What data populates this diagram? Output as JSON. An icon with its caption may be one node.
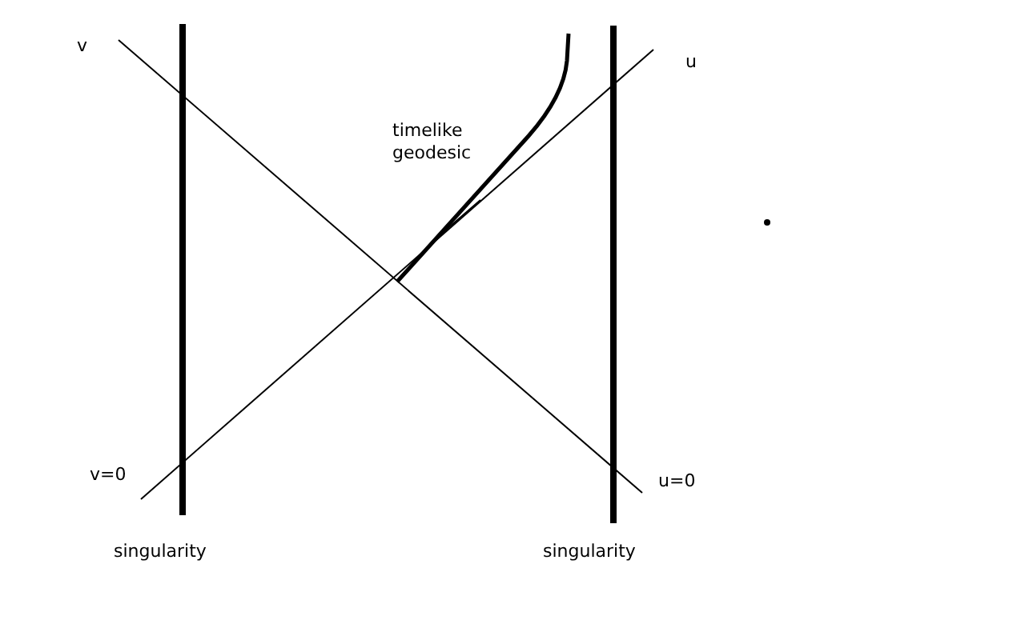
{
  "diagram": {
    "labels": [
      "v",
      "u",
      "timelike geodesic",
      "v=0",
      "u=0",
      "singularity",
      "singularity"
    ]
  }
}
